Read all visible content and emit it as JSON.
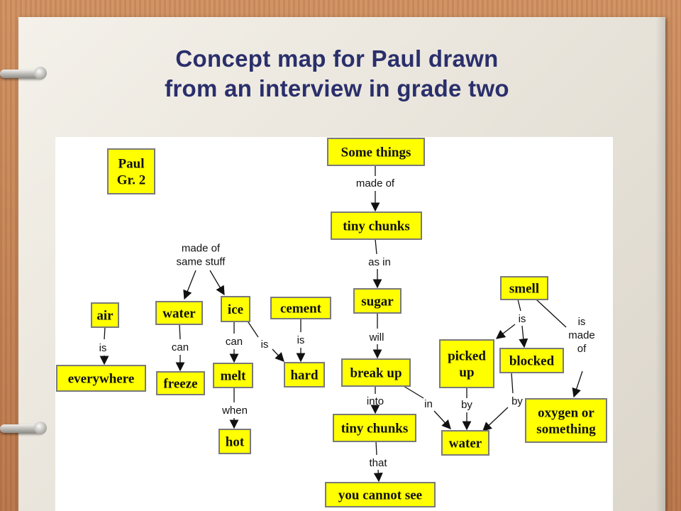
{
  "slide": {
    "title_line1": "Concept map for Paul drawn",
    "title_line2": "from an interview in grade two",
    "colors": {
      "title": "#2a2f6b",
      "node_fill": "#ffff00",
      "node_border": "#7a7a7a",
      "line": "#111111"
    }
  },
  "map": {
    "nodes": [
      {
        "id": "paul",
        "lines": [
          "Paul",
          "Gr. 2"
        ]
      },
      {
        "id": "some-things",
        "lines": [
          "Some things"
        ]
      },
      {
        "id": "tiny-chunks-1",
        "lines": [
          "tiny chunks"
        ]
      },
      {
        "id": "air",
        "lines": [
          "air"
        ]
      },
      {
        "id": "water-1",
        "lines": [
          "water"
        ]
      },
      {
        "id": "ice",
        "lines": [
          "ice"
        ]
      },
      {
        "id": "cement",
        "lines": [
          "cement"
        ]
      },
      {
        "id": "sugar",
        "lines": [
          "sugar"
        ]
      },
      {
        "id": "smell",
        "lines": [
          "smell"
        ]
      },
      {
        "id": "everywhere",
        "lines": [
          "everywhere"
        ]
      },
      {
        "id": "freeze",
        "lines": [
          "freeze"
        ]
      },
      {
        "id": "melt",
        "lines": [
          "melt"
        ]
      },
      {
        "id": "hard",
        "lines": [
          "hard"
        ]
      },
      {
        "id": "break-up",
        "lines": [
          "break up"
        ]
      },
      {
        "id": "picked-up",
        "lines": [
          "picked",
          "up"
        ]
      },
      {
        "id": "blocked",
        "lines": [
          "blocked"
        ]
      },
      {
        "id": "hot",
        "lines": [
          "hot"
        ]
      },
      {
        "id": "tiny-chunks-2",
        "lines": [
          "tiny chunks"
        ]
      },
      {
        "id": "water-2",
        "lines": [
          "water"
        ]
      },
      {
        "id": "oxygen",
        "lines": [
          "oxygen or",
          "something"
        ]
      },
      {
        "id": "you-cannot-see",
        "lines": [
          "you cannot see"
        ]
      }
    ],
    "edge_labels": [
      {
        "id": "made-of-1",
        "lines": [
          "made of"
        ]
      },
      {
        "id": "as-in",
        "lines": [
          "as in"
        ]
      },
      {
        "id": "made-of-same",
        "lines": [
          "made of",
          "same stuff"
        ]
      },
      {
        "id": "is-air",
        "lines": [
          "is"
        ]
      },
      {
        "id": "can-water",
        "lines": [
          "can"
        ]
      },
      {
        "id": "can-ice",
        "lines": [
          "can"
        ]
      },
      {
        "id": "is-ice",
        "lines": [
          "is"
        ]
      },
      {
        "id": "is-cement",
        "lines": [
          "is"
        ]
      },
      {
        "id": "will",
        "lines": [
          "will"
        ]
      },
      {
        "id": "is-smell",
        "lines": [
          "is"
        ]
      },
      {
        "id": "is-made-of",
        "lines": [
          "is",
          "made",
          "of"
        ]
      },
      {
        "id": "when",
        "lines": [
          "when"
        ]
      },
      {
        "id": "into",
        "lines": [
          "into"
        ]
      },
      {
        "id": "in",
        "lines": [
          "in"
        ]
      },
      {
        "id": "by-1",
        "lines": [
          "by"
        ]
      },
      {
        "id": "by-2",
        "lines": [
          "by"
        ]
      },
      {
        "id": "that",
        "lines": [
          "that"
        ]
      }
    ]
  }
}
